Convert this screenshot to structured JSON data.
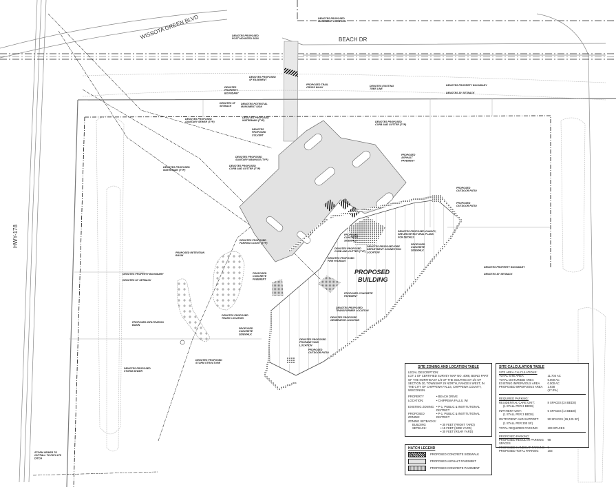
{
  "plan": {
    "roads": {
      "wissota": "WISSOTA GREEN BLVD",
      "beach": "BEACH DR",
      "hwy": "HWY-178"
    },
    "building": [
      "PROPOSED",
      "BUILDING"
    ],
    "labels": [
      {
        "lines": [
          "DENOTES PROPOSED",
          "MONUMENT LOCATION"
        ]
      },
      {
        "lines": [
          "DENOTES PROPOSED",
          "POST MOUNTED SIGN"
        ]
      },
      {
        "lines": [
          "DENOTES PROPOSED",
          "SF EASEMENT"
        ]
      },
      {
        "lines": [
          "PROPOSED TRAIL",
          "CROSS WALK"
        ]
      },
      {
        "lines": [
          "DENOTES",
          "PROPERTY",
          "BOUNDARY"
        ]
      },
      {
        "lines": [
          "DENOTES SF",
          "SETBACK"
        ]
      },
      {
        "lines": [
          "DENOTES POTENTIAL",
          "MONUMENT SIGN"
        ]
      },
      {
        "lines": [
          "DENOTES EXISTING",
          "TREE LINE"
        ]
      },
      {
        "lines": [
          "DENOTES PROPERTY BOUNDARY"
        ]
      },
      {
        "lines": [
          "DENOTES 30' SETBACK"
        ]
      },
      {
        "lines": [
          "DENOTES PROPOSED",
          "SANITARY SEWER (TYP)"
        ]
      },
      {
        "lines": [
          "DENOTES PROPOSED",
          "WATERMAIN (TYP)"
        ]
      },
      {
        "lines": [
          "DENOTES",
          "PROPOSED",
          "CULVERT"
        ]
      },
      {
        "lines": [
          "DENOTES PROPOSED",
          "CURB AND GUTTER (TYP)"
        ]
      },
      {
        "lines": [
          "PROPOSED",
          "ASPHALT",
          "PAVEMENT"
        ]
      },
      {
        "lines": [
          "DENOTES PROPOSED",
          "SANITARY MANHOLE (TYP)"
        ]
      },
      {
        "lines": [
          "DENOTES PROPOSED",
          "CURB AND GUTTER (TYP)"
        ]
      },
      {
        "lines": [
          "DENOTES PROPOSED",
          "WATERMAIN (TYP)"
        ]
      },
      {
        "lines": [
          "PROPOSED",
          "OUTDOOR PATIO"
        ]
      },
      {
        "lines": [
          "PROPOSED",
          "OUTDOOR PATIO"
        ]
      },
      {
        "lines": [
          "DENOTES PROPOSED",
          "PARKING COUNT (TYP)"
        ]
      },
      {
        "lines": [
          "PROPOSED",
          "CONCRETE",
          "SIDEWALK"
        ]
      },
      {
        "lines": [
          "DENOTES PROPOSED",
          "CURB AND GUTTER (TYP)"
        ]
      },
      {
        "lines": [
          "DENOTES PROPOSED",
          "FIRE HYDRANT"
        ]
      },
      {
        "lines": [
          "DENOTES PROPOSED FIRE",
          "DEPARTMENT CONNECTION",
          "LOCATION"
        ]
      },
      {
        "lines": [
          "DENOTES PROPOSED CANOPY,",
          "SEE ARCHITECTURAL PLANS",
          "FOR DETAILS"
        ]
      },
      {
        "lines": [
          "PROPOSED",
          "CONCRETE",
          "SIDEWALK"
        ]
      },
      {
        "lines": [
          "PROPOSED RETENTION",
          "BASIN"
        ]
      },
      {
        "lines": [
          "DENOTES PROPERTY BOUNDARY"
        ]
      },
      {
        "lines": [
          "DENOTES 30' SETBACK"
        ]
      },
      {
        "lines": [
          "PROPOSED",
          "CONCRETE",
          "PAVEMENT"
        ]
      },
      {
        "lines": [
          "PROPOSED CONCRETE",
          "PAVEMENT"
        ]
      },
      {
        "lines": [
          "DENOTES PROPOSED",
          "TRANSFORMER LOCATION"
        ]
      },
      {
        "lines": [
          "DENOTES PROPOSED",
          "GENERATOR LOCATION"
        ]
      },
      {
        "lines": [
          "DENOTES PROPOSED",
          "TRASH LOCATION"
        ]
      },
      {
        "lines": [
          "PROPOSED INFILTRATION",
          "BASIN"
        ]
      },
      {
        "lines": [
          "PROPOSED",
          "CONCRETE",
          "SIDEWALK"
        ]
      },
      {
        "lines": [
          "DENOTES PROPOSED",
          "PROPANE TANK",
          "LOCATION"
        ]
      },
      {
        "lines": [
          "PROPOSED",
          "OUTDOOR PATIO"
        ]
      },
      {
        "lines": [
          "DENOTES PROPOSED",
          "STORM STRUCTURE"
        ]
      },
      {
        "lines": [
          "DENOTES PROPOSED",
          "STORM SEWER"
        ]
      },
      {
        "lines": [
          "STORM SEWER TO",
          "OUTFALL TO HWY-178",
          "DITCH"
        ]
      },
      {
        "lines": [
          "DENOTES PROPERTY BOUNDARY"
        ]
      },
      {
        "lines": [
          "DENOTES 30' SETBACK"
        ]
      }
    ]
  },
  "zoning_table": {
    "title": "SITE ZONING AND LOCATION TABLE",
    "legal_label": "LEGAL DESCRIPTION:",
    "legal_text": "LOT 1 OF CERTIFIED SURVEY MAP NO. 4008, BEING PART OF THE NORTHEAST 1/4 OF THE SOUTHEAST 1/4 OF SECTION 30, TOWNSHIP 29 NORTH, RANGE 8 WEST, IN THE CITY OF CHIPPEWA FALLS, CHIPPEWA COUNTY, WISCONSIN.",
    "property_label": "PROPERTY LOCATION:",
    "property_values": [
      "• BEACH DRIVE",
      "• CHIPPEWA FALLS, WI"
    ],
    "existing_label": "EXISTING ZONING:",
    "existing_value": "• P-1, PUBLIC & INSTITUTIONAL DISTRICT",
    "proposed_label": "PROPOSED ZONING:",
    "proposed_value": "• P-1, PUBLIC & INSTITUTIONAL DISTRICT",
    "setbacks_label": "ZONING SETBACKS:",
    "building_setback_label": "BUILDING SETBACK:",
    "building_setbacks": [
      "• 30 FEET (FRONT YARD)",
      "• 15 FEET (SIDE YARD)",
      "• 30 FEET (REAR YARD)"
    ]
  },
  "site_calc_table": {
    "title": "SITE CALCULATION TABLE",
    "area_header": "SITE AREA CALCULATIONS:",
    "area_rows": [
      {
        "k": "TOTAL SITE AREA",
        "v": "11.704 AC"
      },
      {
        "k": "TOTAL DISTURBED AREA",
        "v": "6.000 AC"
      },
      {
        "k": "EXISTING IMPERVIOUS AREA",
        "v": "0.000 AC"
      },
      {
        "k": "PROPOSED IMPERVIOUS AREA",
        "v": "1.938"
      },
      {
        "k": "",
        "v": "(17.0%)"
      }
    ],
    "req_header": "REQUIRED PARKING:",
    "req_rows": [
      {
        "k": "RESIDENTIAL CARE UNIT:",
        "v": "8 SPACES (24 BEDS)",
        "sub": "(1 STALL PER 3 BEDS)"
      },
      {
        "k": "INPATIENT UNIT:",
        "v": "5 SPACES (14 BEDS)",
        "sub": "(1 STALL PER 3 BEDS)"
      },
      {
        "k": "OUTPATIENT AND SUPPORT:",
        "v": "90 SPACES (26,125 SF)",
        "sub": "(1 STALL PER 300 SF)"
      }
    ],
    "req_total": {
      "k": "TOTAL REQUIRED PARKING:",
      "v": "103 SPACES"
    },
    "prop_header": "PROPOSED PARKING:",
    "prop_rows": [
      {
        "k": "PROPOSED REGULAR PARKING SPACES",
        "v": "98"
      },
      {
        "k": "PROPOSED HANDICAP PARKING",
        "v": "5"
      },
      {
        "k": "PROPOSED TOTAL PARKING",
        "v": "103"
      }
    ]
  },
  "hatch_legend": {
    "title": "HATCH LEGEND",
    "items": [
      "PROPOSED CONCRETE SIDEWALK",
      "PROPOSED ASPHALT PAVEMENT",
      "PROPOSED CONCRETE PAVEMENT"
    ]
  }
}
